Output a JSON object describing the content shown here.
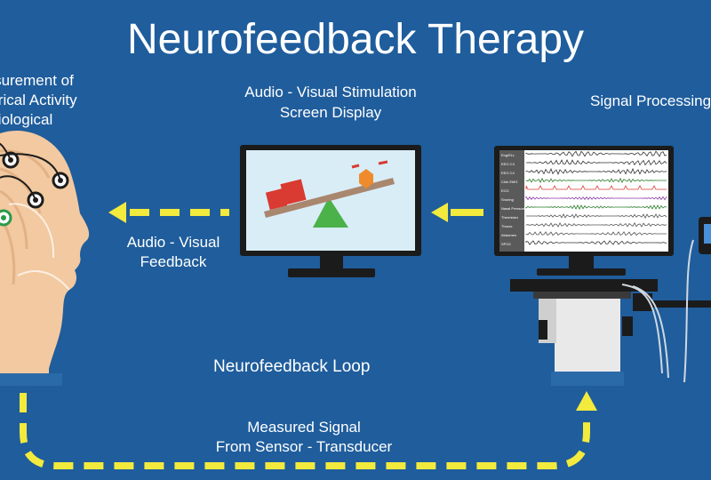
{
  "title": "Neurofeedback Therapy",
  "measurement": {
    "lines": [
      "Measurement of",
      "Electrical Activity",
      "Physiological"
    ]
  },
  "stimulation": {
    "lines": [
      "Audio - Visual Stimulation",
      "Screen Display"
    ]
  },
  "signal_processing": "Signal Processing",
  "feedback": {
    "lines": [
      "Audio - Visual",
      "Feedback"
    ]
  },
  "loop_label": "Neurofeedback Loop",
  "measured_signal": {
    "lines": [
      "Measured Signal",
      "From Sensor - Transducer"
    ]
  },
  "channels": [
    "Eng/ELL",
    "EEG CX",
    "EEG C4",
    "Chin EMG",
    "ECG",
    "Snoring",
    "Nasal Pressure",
    "Thermistor",
    "Thorax",
    "Abdomen",
    "SPO2"
  ],
  "colors": {
    "background": "#1f5d9c",
    "arrow": "#f2ea3d",
    "text": "#ffffff",
    "skin": "#f2c9a0",
    "red_block": "#d93a32",
    "orange_block": "#ef8b2c",
    "green_triangle": "#4bb24a",
    "beam": "#a9876e"
  },
  "icons": [
    "head-with-electrodes-icon",
    "monitor-icon",
    "seesaw-scale-icon",
    "eeg-monitor-icon",
    "arrow-left-icon",
    "arrow-up-icon"
  ]
}
